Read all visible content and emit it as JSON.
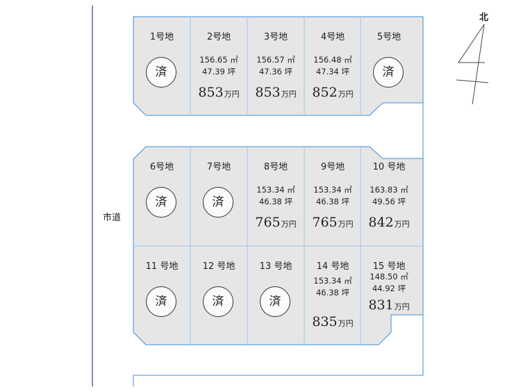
{
  "road": {
    "label": "市道"
  },
  "north": {
    "label": "北"
  },
  "unit_price": "万円",
  "sold_mark": "済",
  "lots": [
    {
      "name": "1号地",
      "sold": true
    },
    {
      "name": "2号地",
      "area_m2": "156.65 ㎡",
      "area_tsubo": "47.39 坪",
      "price": "853"
    },
    {
      "name": "3号地",
      "area_m2": "156.57 ㎡",
      "area_tsubo": "47.36 坪",
      "price": "853"
    },
    {
      "name": "4号地",
      "area_m2": "156.48 ㎡",
      "area_tsubo": "47.34 坪",
      "price": "852"
    },
    {
      "name": "5号地",
      "sold": true
    },
    {
      "name": "6号地",
      "sold": true
    },
    {
      "name": "7号地",
      "sold": true
    },
    {
      "name": "8号地",
      "area_m2": "153.34 ㎡",
      "area_tsubo": "46.38 坪",
      "price": "765"
    },
    {
      "name": "9号地",
      "area_m2": "153.34 ㎡",
      "area_tsubo": "46.38 坪",
      "price": "765"
    },
    {
      "name": "10 号地",
      "area_m2": "163.83 ㎡",
      "area_tsubo": "49.56 坪",
      "price": "842"
    },
    {
      "name": "11 号地",
      "sold": true
    },
    {
      "name": "12 号地",
      "sold": true
    },
    {
      "name": "13 号地",
      "sold": true
    },
    {
      "name": "14 号地",
      "area_m2": "153.34 ㎡",
      "area_tsubo": "46.38 坪",
      "price": "835"
    },
    {
      "name": "15 号地",
      "area_m2": "148.50 ㎡",
      "area_tsubo": "44.92 坪",
      "price": "831"
    }
  ]
}
